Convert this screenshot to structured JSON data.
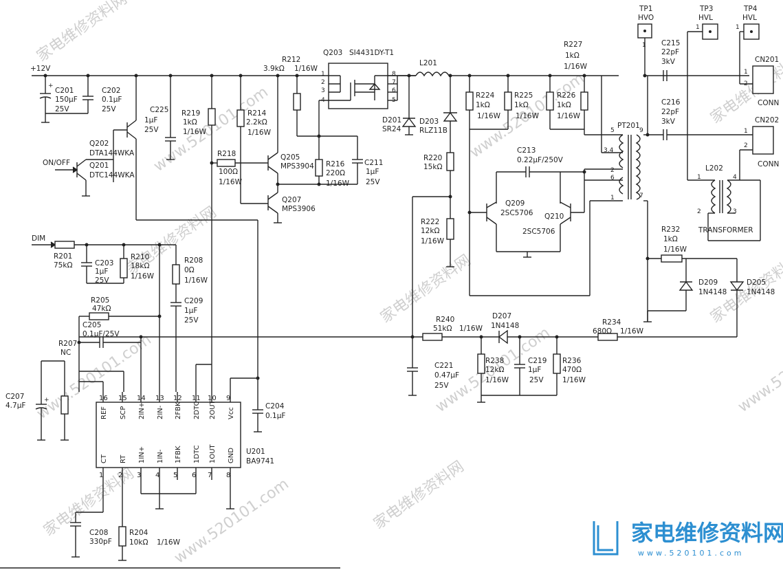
{
  "title_power": "+12V",
  "input_onoff": "ON/OFF",
  "input_dim": "DIM",
  "labels": {
    "c201": "C201",
    "c201v": "150μF",
    "c201r": "25V",
    "c202": "C202",
    "c202v": "0.1μF",
    "c202r": "25V",
    "q202": "Q202",
    "q202p": "DTA144WKA",
    "q201": "Q201",
    "q201p": "DTC144WKA",
    "c225": "C225",
    "c225v": "1μF",
    "c225r": "25V",
    "r219": "R219",
    "r219v": "1kΩ",
    "r219p": "1/16W",
    "r218": "R218",
    "r218v": "100Ω",
    "r218p": "1/16W",
    "r212": "R212",
    "r212v": "3.9kΩ",
    "r212p": "1/16W",
    "r214": "R214",
    "r214v": "2.2kΩ",
    "r214p": "1/16W",
    "q205": "Q205",
    "q205p": "MPS3904",
    "q207": "Q207",
    "q207p": "MPS3906",
    "r216": "R216",
    "r216v": "220Ω",
    "r216p": "1/16W",
    "c211": "C211",
    "c211v": "1μF",
    "c211r": "25V",
    "q203": "Q203",
    "q203p": "SI4431DY-T1",
    "l201": "L201",
    "d201": "D201",
    "d201p": "SR24",
    "d203": "D203",
    "d203p": "RLZ11B",
    "r220": "R220",
    "r220v": "15kΩ",
    "r222": "R222",
    "r222v": "12kΩ",
    "r222p": "1/16W",
    "r224": "R224",
    "r224v": "1kΩ",
    "r224p": "1/16W",
    "r225": "R225",
    "r225v": "1kΩ",
    "r225p": "1/16W",
    "r226": "R226",
    "r226v": "1kΩ",
    "r226p": "1/16W",
    "r227": "R227",
    "r227v": "1kΩ",
    "r227p": "1/16W",
    "c213": "C213",
    "c213v": "0.22μF/250V",
    "q209": "Q209",
    "q209p": "2SC5706",
    "q210": "Q210",
    "q210p": "2SC5706",
    "pt201": "PT201",
    "tp1": "TP1",
    "tp1n": "HVO",
    "tp3": "TP3",
    "tp3n": "HVL",
    "tp4": "TP4",
    "tp4n": "HVL",
    "c215": "C215",
    "c215v": "22pF",
    "c215r": "3kV",
    "c216": "C216",
    "c216v": "22pF",
    "c216r": "3kV",
    "cn201": "CN201",
    "cn201n": "CONN",
    "cn202": "CN202",
    "cn202n": "CONN",
    "l202": "L202",
    "transformer": "TRANSFORMER",
    "r232": "R232",
    "r232v": "1kΩ",
    "r232p": "1/16W",
    "d209": "D209",
    "d209p": "1N4148",
    "d205": "D205",
    "d205p": "1N4148",
    "r234": "R234",
    "r234v": "680Ω",
    "r234p": "1/16W",
    "r240": "R240",
    "r240v": "51kΩ",
    "r240p": "1/16W",
    "d207": "D207",
    "d207p": "1N4148",
    "c221": "C221",
    "c221v": "0.47μF",
    "c221r": "25V",
    "r238": "R238",
    "r238v": "12kΩ",
    "r238p": "1/16W",
    "c219": "C219",
    "c219v": "1μF",
    "c219r": "25V",
    "r236": "R236",
    "r236v": "470Ω",
    "r236p": "1/16W",
    "r201": "R201",
    "r201v": "75kΩ",
    "c203": "C203",
    "c203v": "1μF",
    "c203r": "25V",
    "r210": "R210",
    "r210v": "18kΩ",
    "r210p": "1/16W",
    "r208": "R208",
    "r208v": "0Ω",
    "r208p": "1/16W",
    "c209": "C209",
    "c209v": "1μF",
    "c209r": "25V",
    "r205": "R205",
    "r205v": "47kΩ",
    "c205": "C205",
    "c205v": "0.1μF/25V",
    "r207": "R207",
    "r207v": "NC",
    "c207": "C207",
    "c207v": "4.7μF",
    "c204": "C204",
    "c204v": "0.1μF",
    "u201": "U201",
    "u201p": "BA9741",
    "c208": "C208",
    "c208v": "330pF",
    "r204": "R204",
    "r204v": "10kΩ",
    "r204p": "1/16W"
  },
  "ic_pins_top": [
    {
      "num": "16",
      "name": "REF"
    },
    {
      "num": "15",
      "name": "SCP"
    },
    {
      "num": "14",
      "name": "2IN+"
    },
    {
      "num": "13",
      "name": "2IN-"
    },
    {
      "num": "12",
      "name": "2FBK"
    },
    {
      "num": "11",
      "name": "2DTC"
    },
    {
      "num": "10",
      "name": "2OUT"
    },
    {
      "num": "9",
      "name": "Vcc"
    }
  ],
  "ic_pins_bottom": [
    {
      "num": "1",
      "name": "CT"
    },
    {
      "num": "2",
      "name": "RT"
    },
    {
      "num": "3",
      "name": "1IN+"
    },
    {
      "num": "4",
      "name": "1IN-"
    },
    {
      "num": "5",
      "name": "1FBK"
    },
    {
      "num": "6",
      "name": "1DTC"
    },
    {
      "num": "7",
      "name": "1OUT"
    },
    {
      "num": "8",
      "name": "GND"
    }
  ],
  "q203_pins": [
    "1",
    "2",
    "3",
    "4",
    "8",
    "7",
    "6",
    "5"
  ],
  "pt201_pins": [
    "5",
    "3.4",
    "2",
    "6",
    "1",
    "9",
    "7"
  ],
  "cn_pins": [
    "1",
    "2"
  ],
  "l202_pins": [
    "1",
    "4",
    "2",
    "3"
  ],
  "watermark": {
    "site_cn": "家电维修资料网",
    "site_url": "www.520101.com",
    "logo_cn": "家电维修资料网",
    "logo_url": "www.520101.com"
  }
}
